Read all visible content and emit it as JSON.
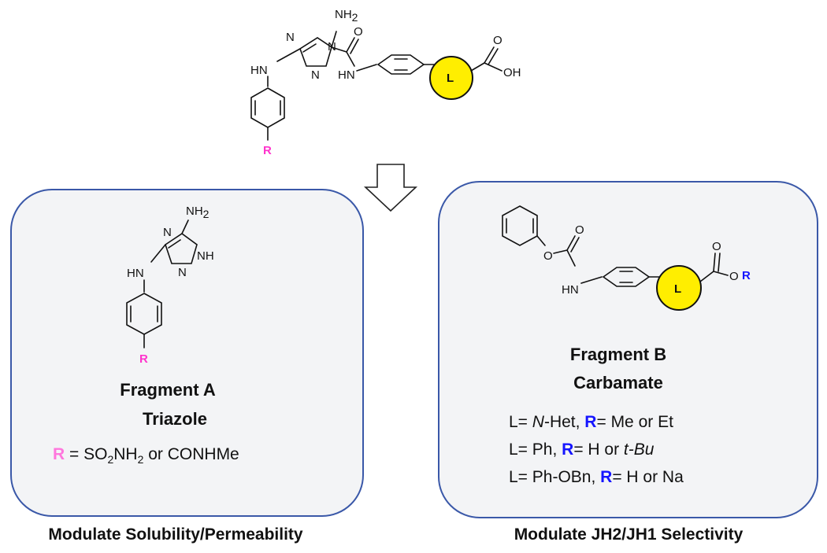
{
  "colors": {
    "linker": "#ffee00",
    "r_pink": "#ff33cc",
    "r_blue": "#1515ff",
    "panel_fill": "#f3f4f6",
    "panel_border": "#3a58a8"
  },
  "top_molecule": {
    "atoms": {
      "nh2": "NH",
      "nh2_sub": "2",
      "n1": "N",
      "n2": "N",
      "n3": "N",
      "hn": "HN",
      "o_carbonyl": "O",
      "hn_amide": "HN",
      "o_acid": "O",
      "oh": "OH",
      "linker": "L",
      "r": "R"
    }
  },
  "fragment_a": {
    "atoms": {
      "nh2": "NH",
      "nh2_sub": "2",
      "n1": "N",
      "nh": "NH",
      "n2": "N",
      "hn": "HN",
      "r": "R"
    },
    "title": "Fragment A",
    "subtitle": "Triazole",
    "r_label": "R",
    "r_eq": " = SO",
    "sub2a": "2",
    "nh": "NH",
    "sub2b": "2",
    "tail": " or CONHMe",
    "caption": "Modulate Solubility/Permeability"
  },
  "fragment_b": {
    "atoms": {
      "o_ether": "O",
      "o_carbonyl": "O",
      "hn": "HN",
      "linker": "L",
      "o_top": "O",
      "o_ester": "O",
      "r": "R"
    },
    "title": "Fragment B",
    "subtitle": "Carbamate",
    "line1": {
      "l": "L= ",
      "l_val": "N",
      "l_rest": "-Het, ",
      "r": "R",
      "r_rest": "= Me or Et"
    },
    "line2": {
      "l": "L= Ph, ",
      "r": "R",
      "r_rest": "= H or ",
      "r_italic": "t-Bu"
    },
    "line3": {
      "l": "L= Ph-OBn, ",
      "r": "R",
      "r_rest": "= H or Na"
    },
    "caption": "Modulate JH2/JH1 Selectivity"
  }
}
